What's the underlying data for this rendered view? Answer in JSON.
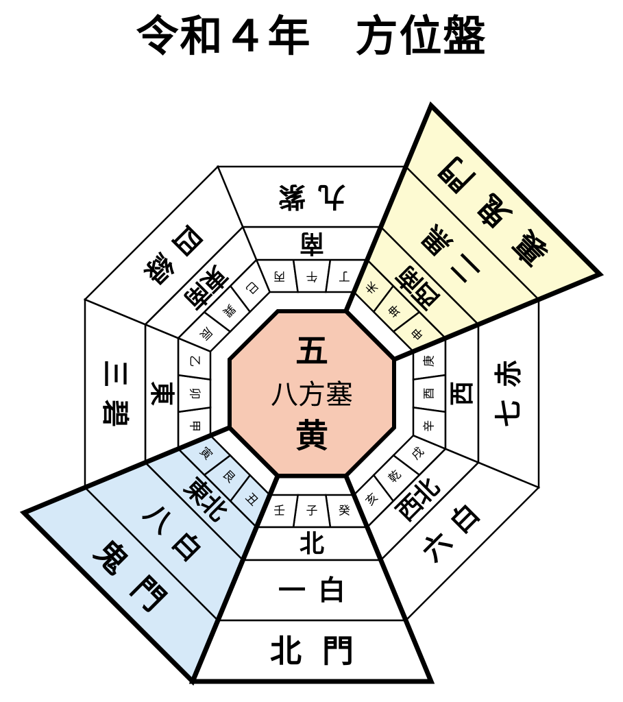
{
  "title": "令和４年　方位盤",
  "center": {
    "top": "五",
    "middle": "八方塞",
    "bottom": "黄",
    "fill": "#f7c9b4"
  },
  "sectors": [
    {
      "key": "n",
      "direction": "北",
      "star": "一白",
      "outer": "北門",
      "zodiac": [
        "癸",
        "子",
        "壬"
      ],
      "fill": "#ffffff"
    },
    {
      "key": "ne",
      "direction": "東北",
      "star": "八白",
      "outer": "鬼門",
      "zodiac": [
        "丑",
        "艮",
        "寅"
      ],
      "fill": "#d6e9f8"
    },
    {
      "key": "e",
      "direction": "東",
      "star": "三碧",
      "outer": "",
      "zodiac": [
        "甲",
        "卯",
        "乙"
      ],
      "fill": "#ffffff"
    },
    {
      "key": "se",
      "direction": "東南",
      "star": "四緑",
      "outer": "",
      "zodiac": [
        "辰",
        "巽",
        "巳"
      ],
      "fill": "#ffffff"
    },
    {
      "key": "s",
      "direction": "南",
      "star": "九紫",
      "outer": "",
      "zodiac": [
        "丙",
        "午",
        "丁"
      ],
      "fill": "#ffffff"
    },
    {
      "key": "sw",
      "direction": "西南",
      "star": "二黒",
      "outer": "裏鬼門",
      "zodiac": [
        "未",
        "坤",
        "申"
      ],
      "fill": "#fdfad2"
    },
    {
      "key": "w",
      "direction": "西",
      "star": "七赤",
      "outer": "",
      "zodiac": [
        "庚",
        "酉",
        "辛"
      ],
      "fill": "#ffffff"
    },
    {
      "key": "nw",
      "direction": "西北",
      "star": "六白",
      "outer": "",
      "zodiac": [
        "戌",
        "乾",
        "亥"
      ],
      "fill": "#ffffff"
    }
  ]
}
